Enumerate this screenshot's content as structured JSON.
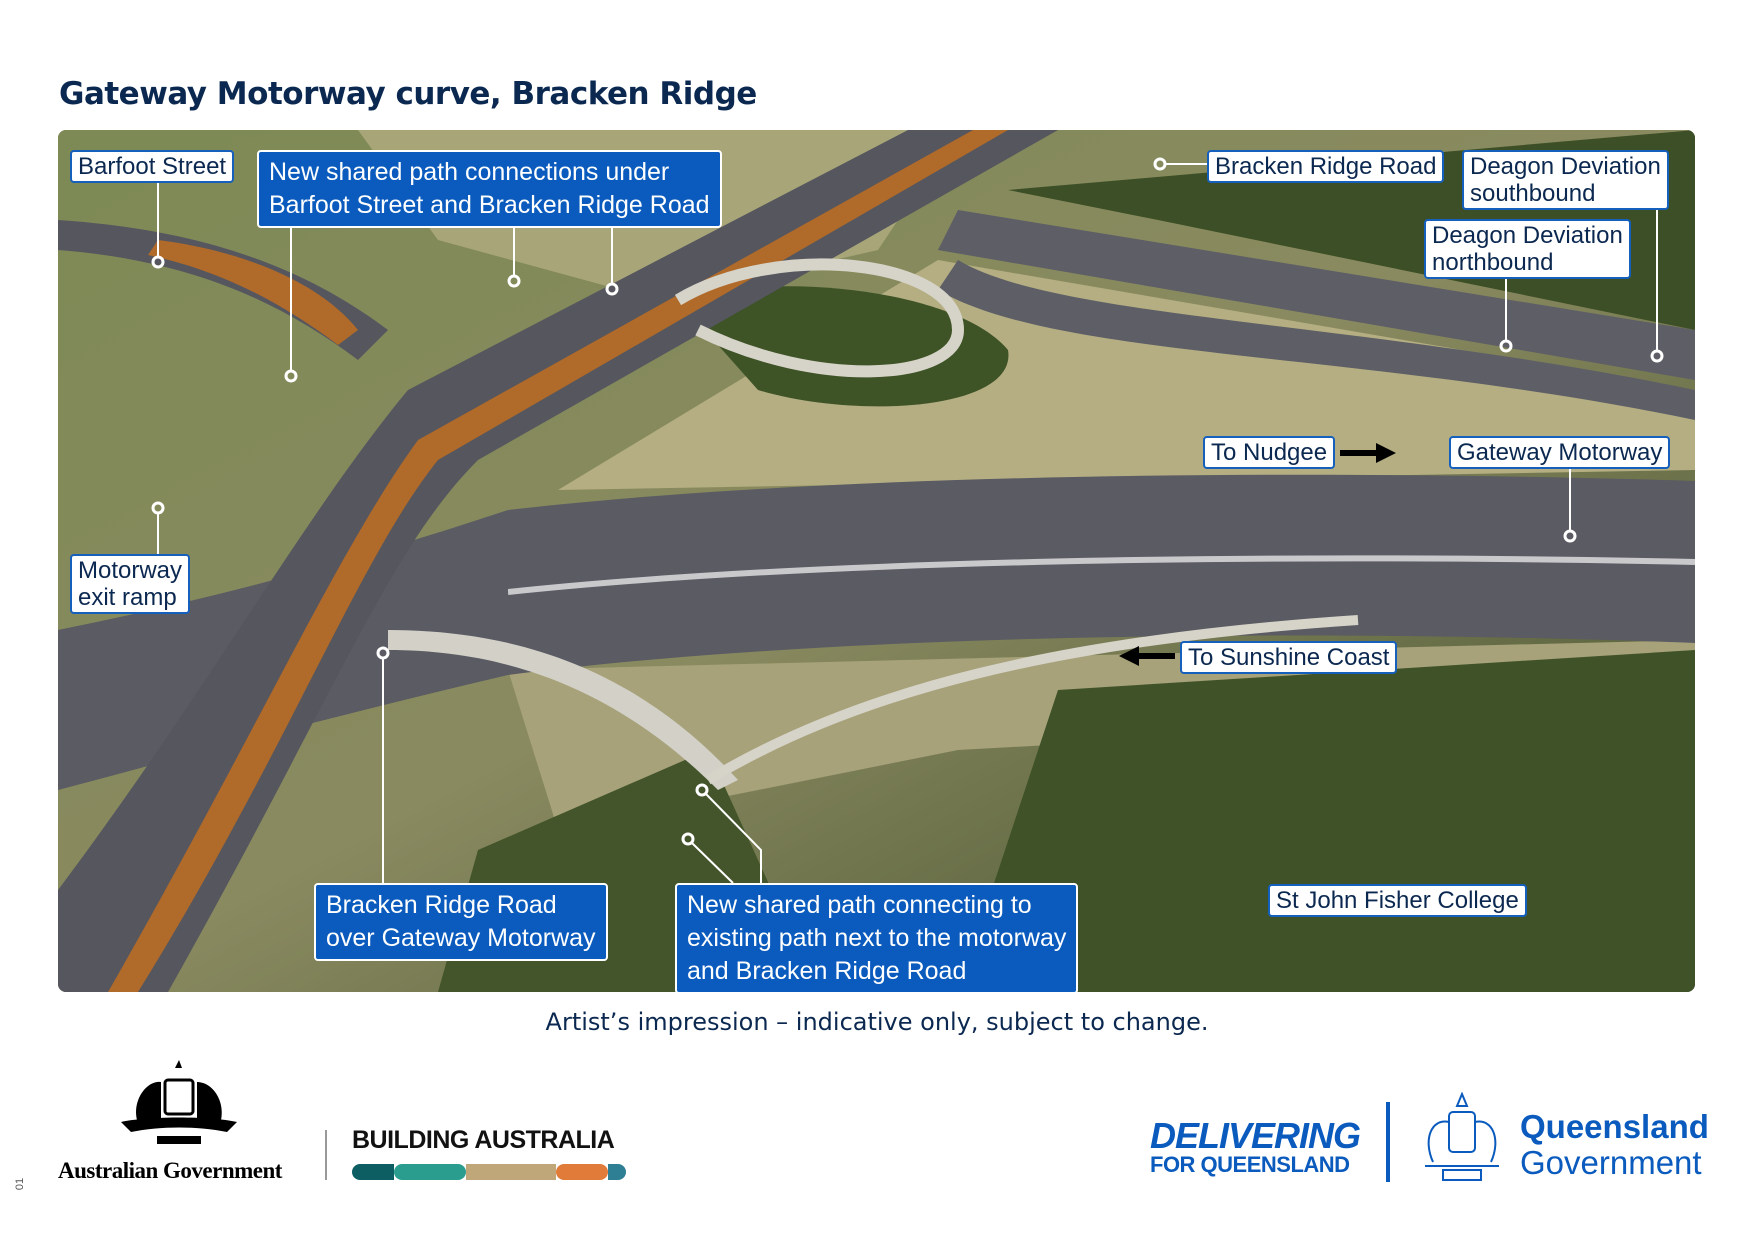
{
  "title": "Gateway Motorway curve, Bracken Ridge",
  "labels": {
    "barfoot_street": "Barfoot Street",
    "new_connections_line1": "New shared path connections under",
    "new_connections_line2": "Barfoot Street and Bracken Ridge Road",
    "bracken_ridge_road": "Bracken Ridge Road",
    "deagon_sb_line1": "Deagon Deviation",
    "deagon_sb_line2": "southbound",
    "deagon_nb_line1": "Deagon Deviation",
    "deagon_nb_line2": "northbound",
    "to_nudgee": "To Nudgee",
    "gateway_motorway": "Gateway Motorway",
    "exit_ramp_line1": "Motorway",
    "exit_ramp_line2": "exit ramp",
    "to_sunshine_coast": "To Sunshine Coast",
    "bridge_line1": "Bracken Ridge Road",
    "bridge_line2": "over Gateway Motorway",
    "new_path_line1": "New shared path connecting to",
    "new_path_line2": "existing path next to the motorway",
    "new_path_line3": "and Bracken Ridge Road",
    "st_john": "St John Fisher College"
  },
  "caption": "Artist’s impression – indicative only, subject to change.",
  "footer": {
    "australian_government": "Australian Government",
    "building_australia": "BUILDING AUSTRALIA",
    "delivering": "DELIVERING",
    "for_queensland": "FOR QUEENSLAND",
    "queensland": "Queensland",
    "government": "Government",
    "page_number": "01"
  },
  "colors": {
    "label_blue": "#0a5bbd",
    "title_navy": "#0b2850",
    "bar_segments": [
      "#0d5e63",
      "#2a9d8f",
      "#bfa77a",
      "#e07b39",
      "#2f7f94"
    ]
  }
}
